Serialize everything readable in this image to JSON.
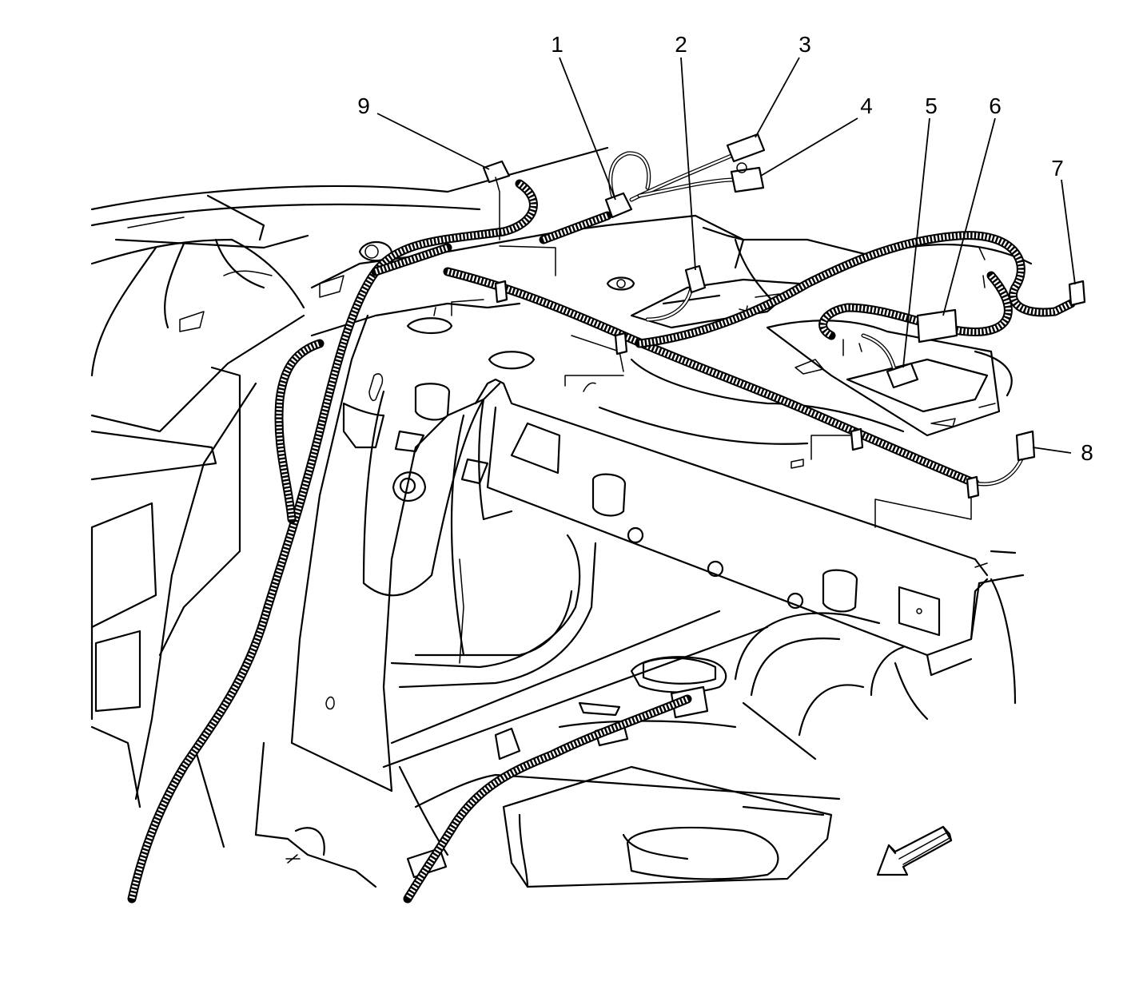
{
  "callouts": [
    {
      "id": "1",
      "label": "1"
    },
    {
      "id": "2",
      "label": "2"
    },
    {
      "id": "3",
      "label": "3"
    },
    {
      "id": "4",
      "label": "4"
    },
    {
      "id": "5",
      "label": "5"
    },
    {
      "id": "6",
      "label": "6"
    },
    {
      "id": "7",
      "label": "7"
    },
    {
      "id": "8",
      "label": "8"
    },
    {
      "id": "9",
      "label": "9"
    }
  ],
  "colors": {
    "line": "#000000",
    "background": "#ffffff"
  },
  "icons": {
    "direction_arrow": "front-direction-arrow-icon"
  }
}
